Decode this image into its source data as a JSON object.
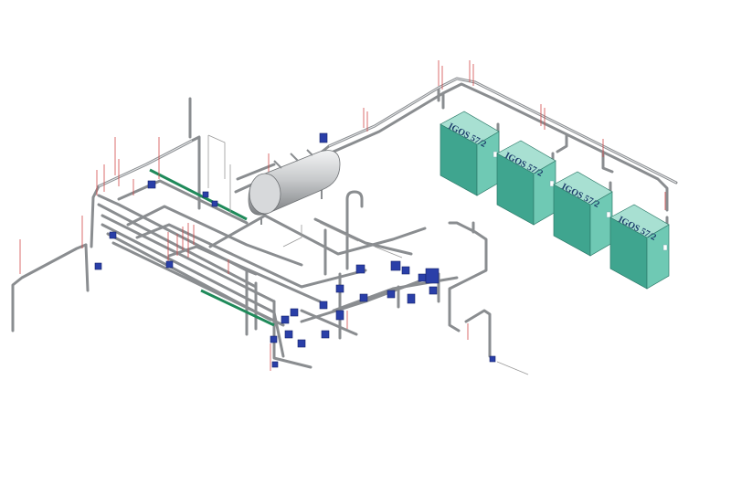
{
  "colors": {
    "background": "#ffffff",
    "pipe": "#8a8d90",
    "green_pipe": "#1f8a5a",
    "boiler_face": "#6fc9b4",
    "boiler_side": "#3fa58f",
    "boiler_top": "#a8e0d2",
    "valve": "#2a3fa8",
    "tag_line": "#d24a4a",
    "tank": "#c8cacc"
  },
  "boilers": [
    {
      "label": "IGOS 57/2"
    },
    {
      "label": "IGOS 57/2"
    },
    {
      "label": "IGOS 57/2"
    },
    {
      "label": "IGOS 57/2"
    }
  ]
}
